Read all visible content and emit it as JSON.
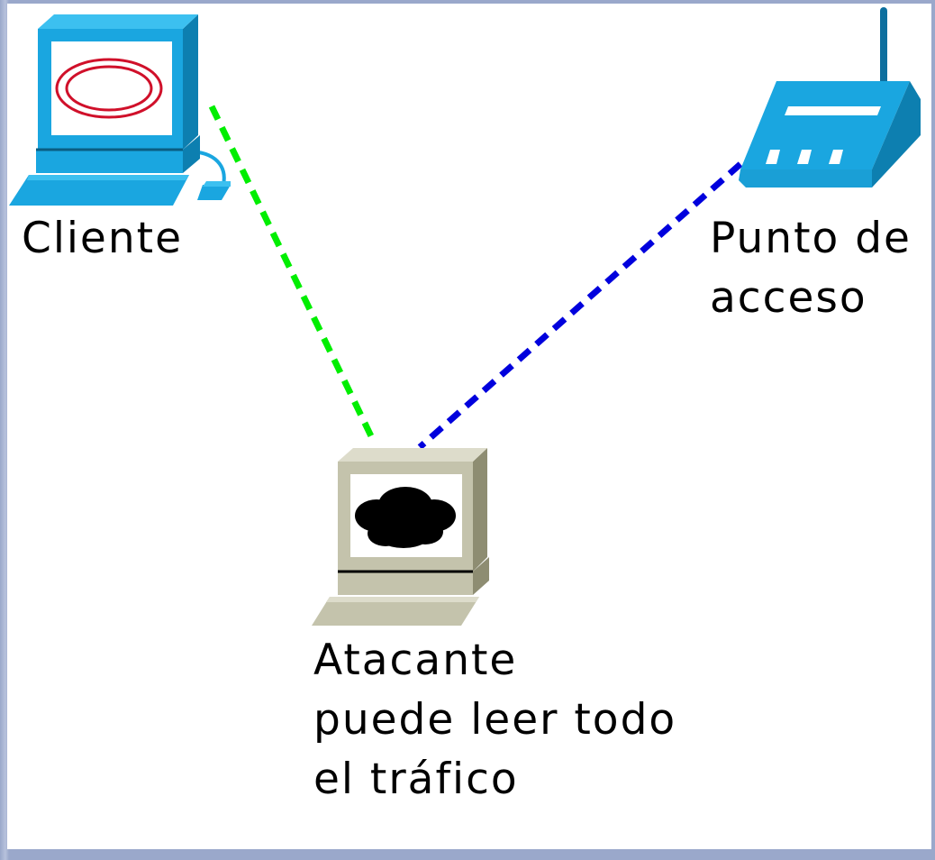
{
  "nodes": {
    "client": {
      "label": "Cliente",
      "icon": "client-computer-icon"
    },
    "access_point": {
      "label_line1": "Punto de",
      "label_line2": "acceso",
      "icon": "wireless-access-point-icon"
    },
    "attacker": {
      "label_line1": "Atacante",
      "label_line2": "puede leer todo",
      "label_line3": "el tráfico",
      "icon": "attacker-computer-icon"
    }
  },
  "links": [
    {
      "from": "client",
      "to": "attacker",
      "color": "#00ee00",
      "style": "dashed"
    },
    {
      "from": "access_point",
      "to": "attacker",
      "color": "#0000dd",
      "style": "dashed"
    }
  ],
  "colors": {
    "client_body": "#1aa6e0",
    "client_ring": "#d0102a",
    "access_point_body": "#1aa6e0",
    "attacker_body": "#c4c3ac",
    "attacker_cloud": "#000000",
    "slide_background": "#9aa8cb"
  }
}
